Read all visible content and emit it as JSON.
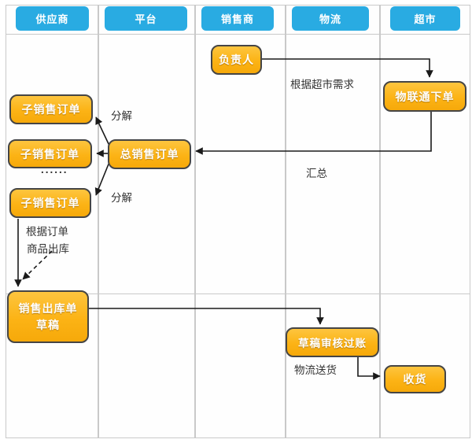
{
  "lanes": [
    {
      "label": "供应商"
    },
    {
      "label": "平台"
    },
    {
      "label": "销售商"
    },
    {
      "label": "物流"
    },
    {
      "label": "超市"
    }
  ],
  "nodes": {
    "responsible": {
      "label": "负责人"
    },
    "iot_order": {
      "label": "物联通下单"
    },
    "sub_order_1": {
      "label": "子销售订单"
    },
    "sub_order_2": {
      "label": "子销售订单"
    },
    "sub_order_3": {
      "label": "子销售订单"
    },
    "total_order": {
      "label": "总销售订单"
    },
    "outbound_draft": {
      "line1": "销售出库单",
      "line2": "草稿"
    },
    "draft_review": {
      "label": "草稿审核过账"
    },
    "receive_goods": {
      "label": "收货"
    }
  },
  "annotations": {
    "per_supermarket_demand": "根据超市需求",
    "decompose_top": "分解",
    "summarize": "汇总",
    "decompose_bottom": "分解",
    "ellipsis": "......",
    "per_order_line1": "根据订单",
    "per_order_line2": "商品出库",
    "logistics_delivery": "物流送货"
  },
  "colors": {
    "lane_header": "#29abe2",
    "node_fill": "#fcb315",
    "node_fill_light": "#fdc53f",
    "node_border": "#454545",
    "arrow": "#1a1a1a",
    "grid": "#c9c9c9",
    "annotation_text": "#333333"
  }
}
